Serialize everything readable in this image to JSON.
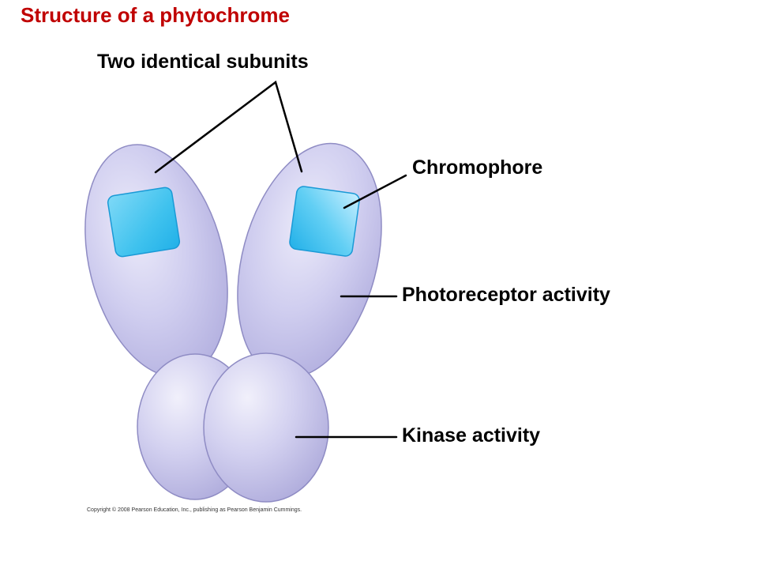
{
  "title": "Structure of a phytochrome",
  "labels": {
    "subunits": "Two identical subunits",
    "chromophore": "Chromophore",
    "photoreceptor": "Photoreceptor activity",
    "kinase": "Kinase activity"
  },
  "copyright": "Copyright © 2008 Pearson Education, Inc., publishing as Pearson Benjamin Cummings.",
  "colors": {
    "title": "#c00000",
    "subunit_fill": "#c7c6ec",
    "subunit_edge": "#8f8cc4",
    "chromophore_fill": "#45c6f0",
    "chromophore_edge": "#1a9ad6"
  }
}
